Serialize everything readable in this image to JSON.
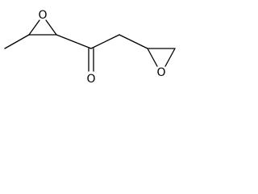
{
  "molecule": {
    "atoms": {
      "o_left_epoxide": "O",
      "o_carbonyl": "O",
      "o_right_epoxide": "O"
    }
  }
}
